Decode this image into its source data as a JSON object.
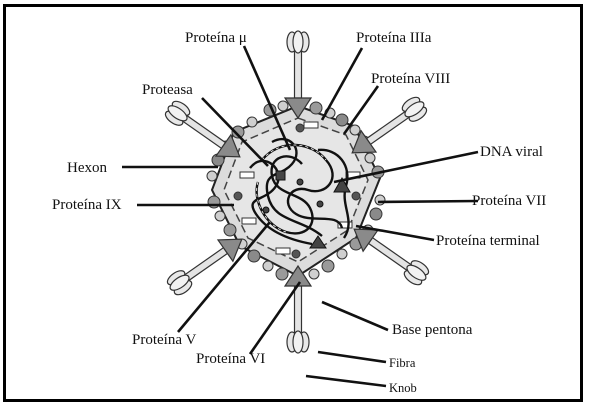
{
  "labels": {
    "proteina_mu": "Proteína μ",
    "proteina_iiia": "Proteína IIIa",
    "proteasa": "Proteasa",
    "proteina_viii": "Proteína VIII",
    "hexon": "Hexon",
    "dna_viral": "DNA viral",
    "proteina_ix": "Proteína IX",
    "proteina_vii": "Proteína VII",
    "proteina_terminal": "Proteína terminal",
    "proteina_v": "Proteína V",
    "base_pentona": "Base pentona",
    "proteina_vi": "Proteína VI",
    "fibra": "Fibra",
    "knob": "Knob"
  }
}
